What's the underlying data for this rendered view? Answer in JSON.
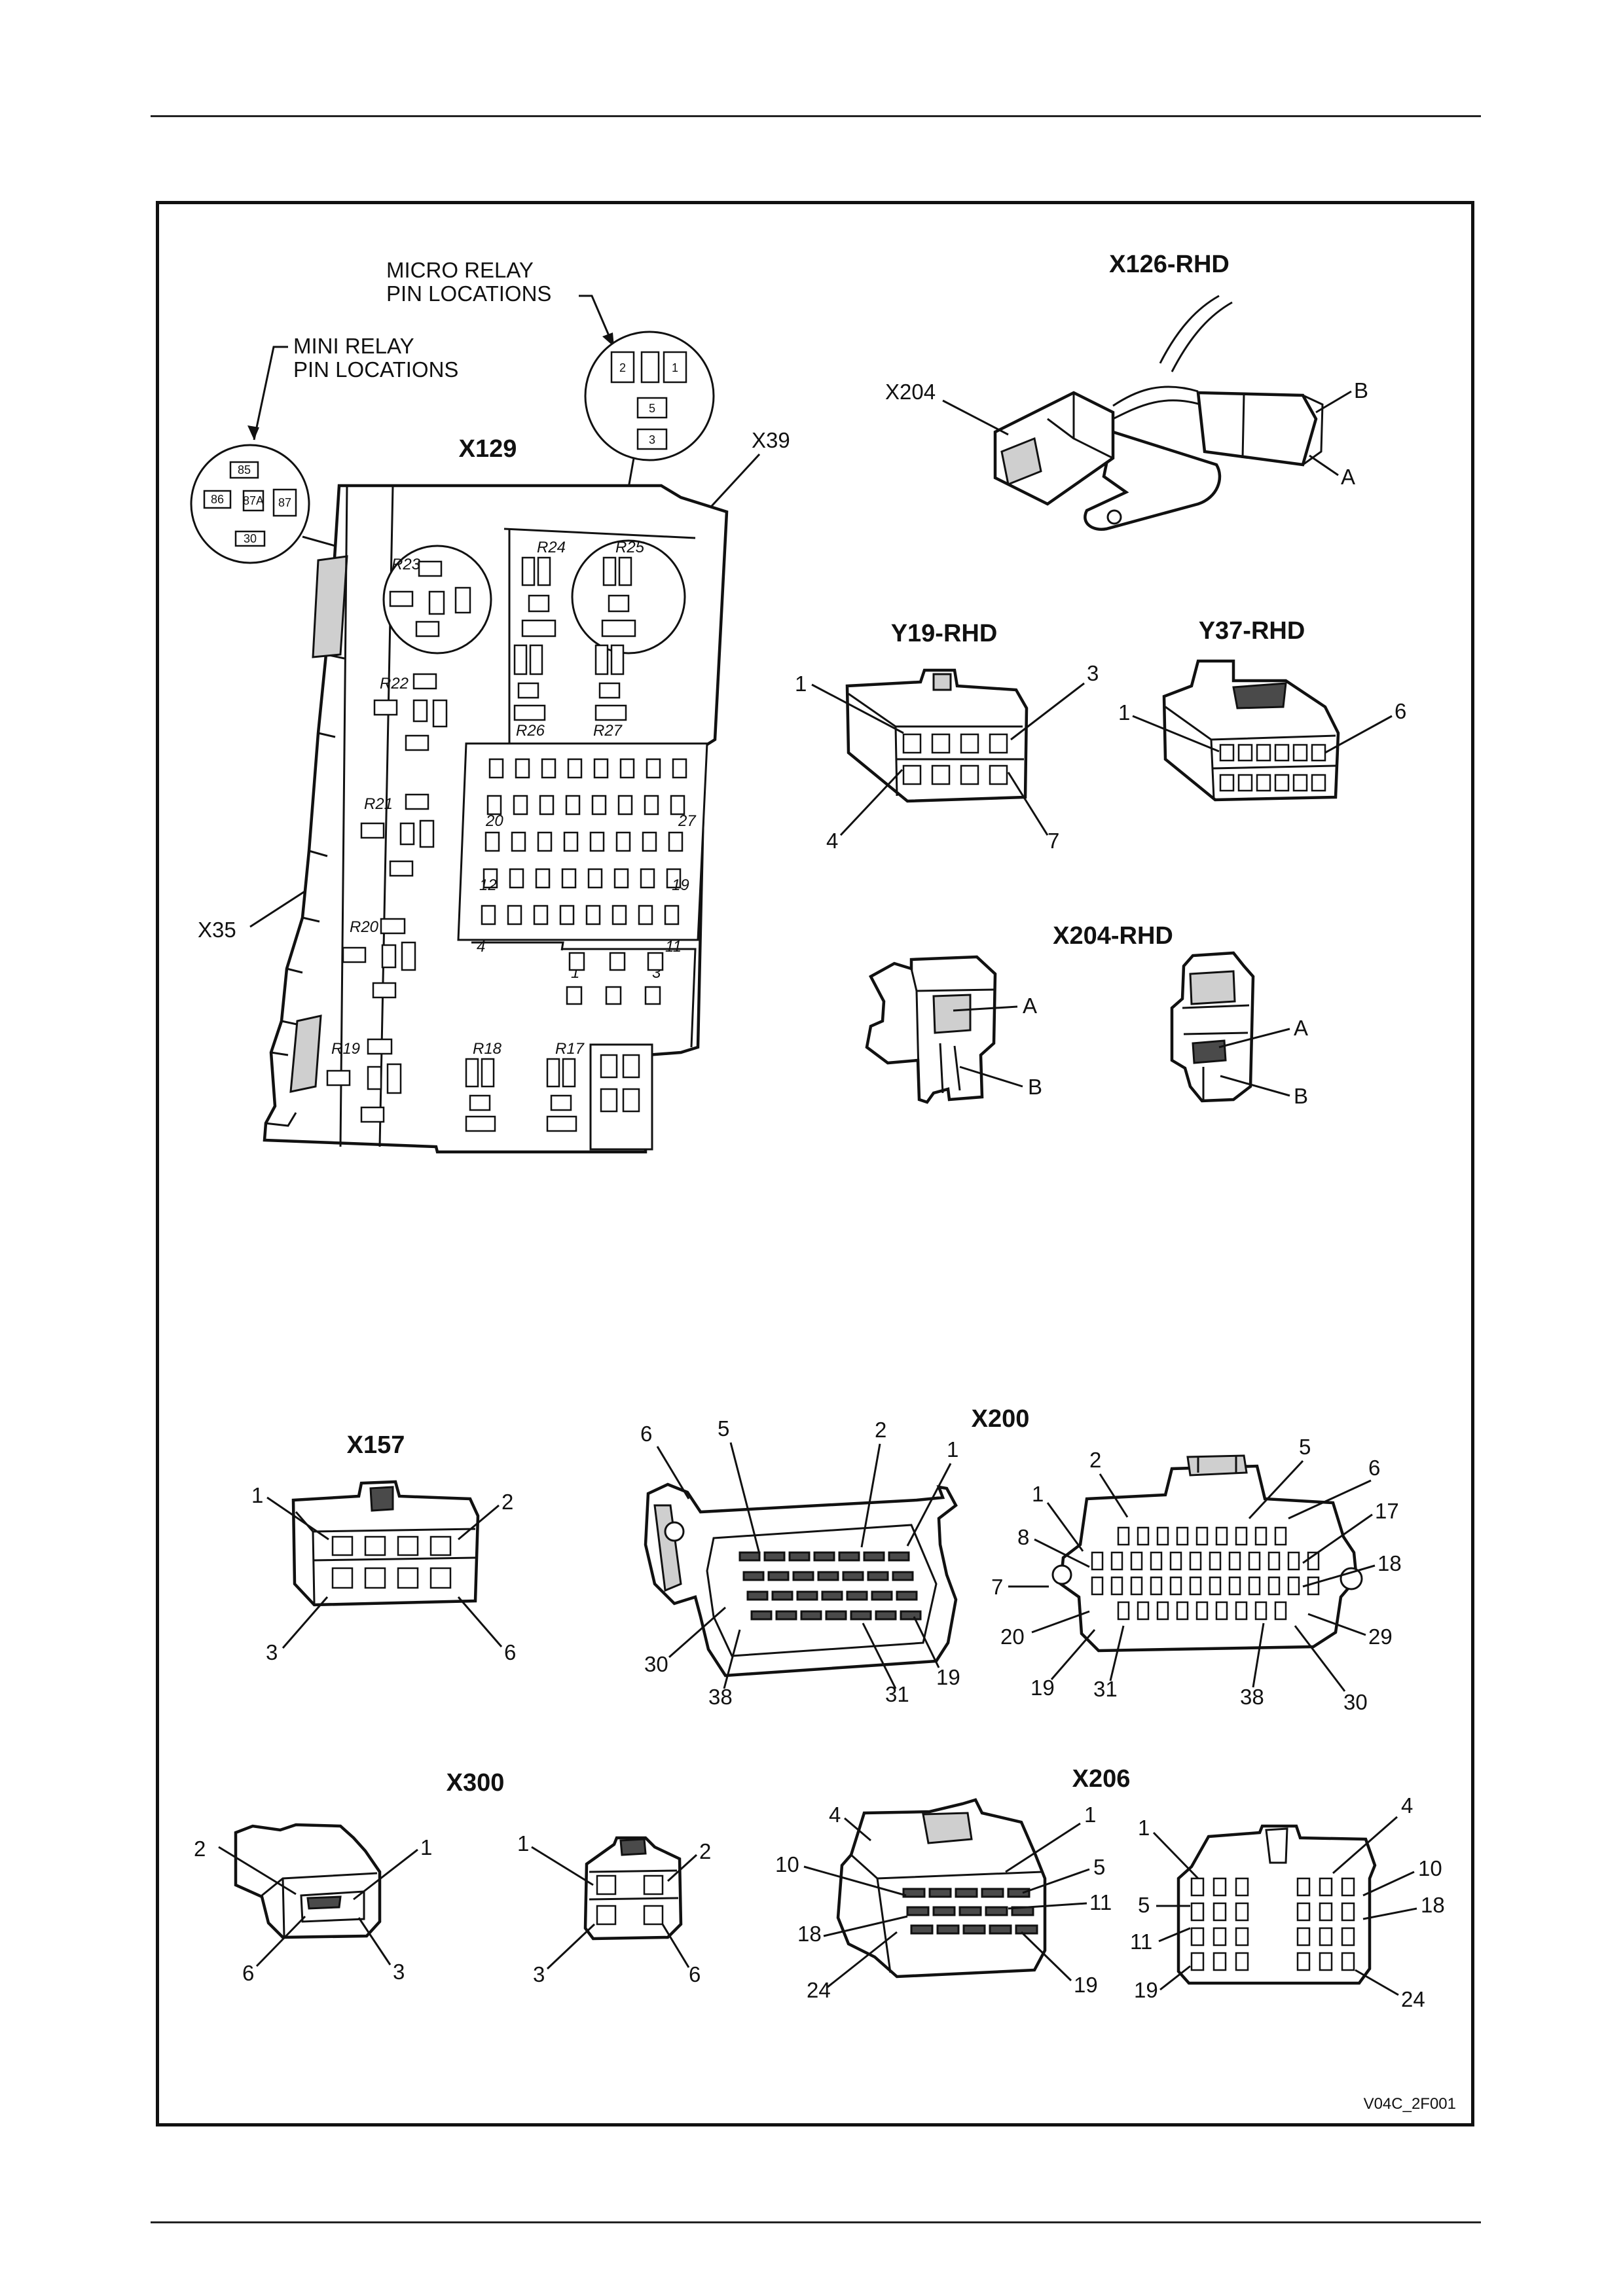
{
  "figure_id": "V04C_2F001",
  "callouts": {
    "mini_relay": [
      "MINI RELAY",
      "PIN LOCATIONS"
    ],
    "micro_relay": [
      "MICRO RELAY",
      "PIN LOCATIONS"
    ]
  },
  "mini_relay_pins": [
    "85",
    "86",
    "87A",
    "87",
    "30"
  ],
  "micro_relay_pins": [
    "2",
    "1",
    "5",
    "3"
  ],
  "fusebox": {
    "title": "X129",
    "refs": [
      "X39",
      "X35"
    ],
    "relays": [
      "R23",
      "R24",
      "R25",
      "R22",
      "R26",
      "R27",
      "R21",
      "R20",
      "R19",
      "R18",
      "R17"
    ],
    "fuse_numbers": [
      "20",
      "27",
      "12",
      "19",
      "4",
      "11",
      "1",
      "3"
    ]
  },
  "x126": {
    "title": "X126-RHD",
    "labels": [
      "X204",
      "B",
      "A"
    ]
  },
  "y19": {
    "title": "Y19-RHD",
    "pins": [
      "1",
      "3",
      "4",
      "7"
    ]
  },
  "y37": {
    "title": "Y37-RHD",
    "pins": [
      "1",
      "6"
    ]
  },
  "x204": {
    "title": "X204-RHD",
    "left": [
      "A",
      "B"
    ],
    "right": [
      "A",
      "B"
    ]
  },
  "x157": {
    "title": "X157",
    "pins": [
      "1",
      "2",
      "3",
      "6"
    ]
  },
  "x200": {
    "title": "X200",
    "left": [
      "6",
      "5",
      "2",
      "1",
      "30",
      "38",
      "31",
      "19"
    ],
    "right": [
      "2",
      "5",
      "6",
      "1",
      "8",
      "7",
      "20",
      "19",
      "31",
      "38",
      "30",
      "29",
      "18",
      "17"
    ]
  },
  "x300": {
    "title": "X300",
    "left": [
      "2",
      "1",
      "6",
      "3"
    ],
    "right": [
      "1",
      "2",
      "3",
      "6"
    ]
  },
  "x206": {
    "title": "X206",
    "left": [
      "4",
      "1",
      "10",
      "5",
      "11",
      "18",
      "24",
      "19"
    ],
    "right": [
      "1",
      "4",
      "10",
      "5",
      "18",
      "11",
      "19",
      "24"
    ]
  }
}
